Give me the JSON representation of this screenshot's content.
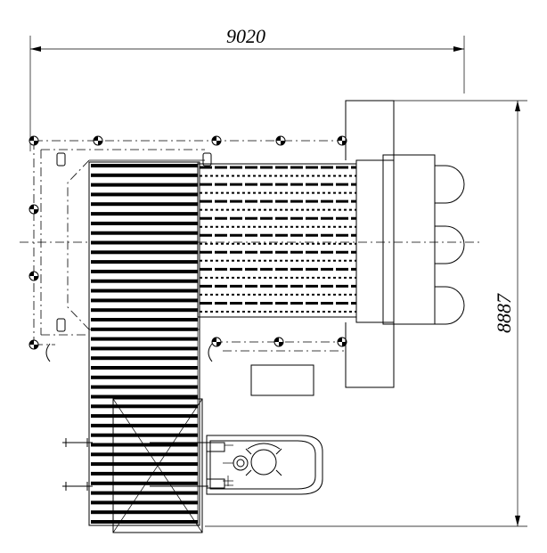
{
  "dimensions": {
    "width_label": "9020",
    "height_label": "8887"
  },
  "colors": {
    "line": "#000000",
    "background": "#ffffff"
  },
  "conveyor": {
    "left_slats": 38,
    "right_rollers": 18
  }
}
